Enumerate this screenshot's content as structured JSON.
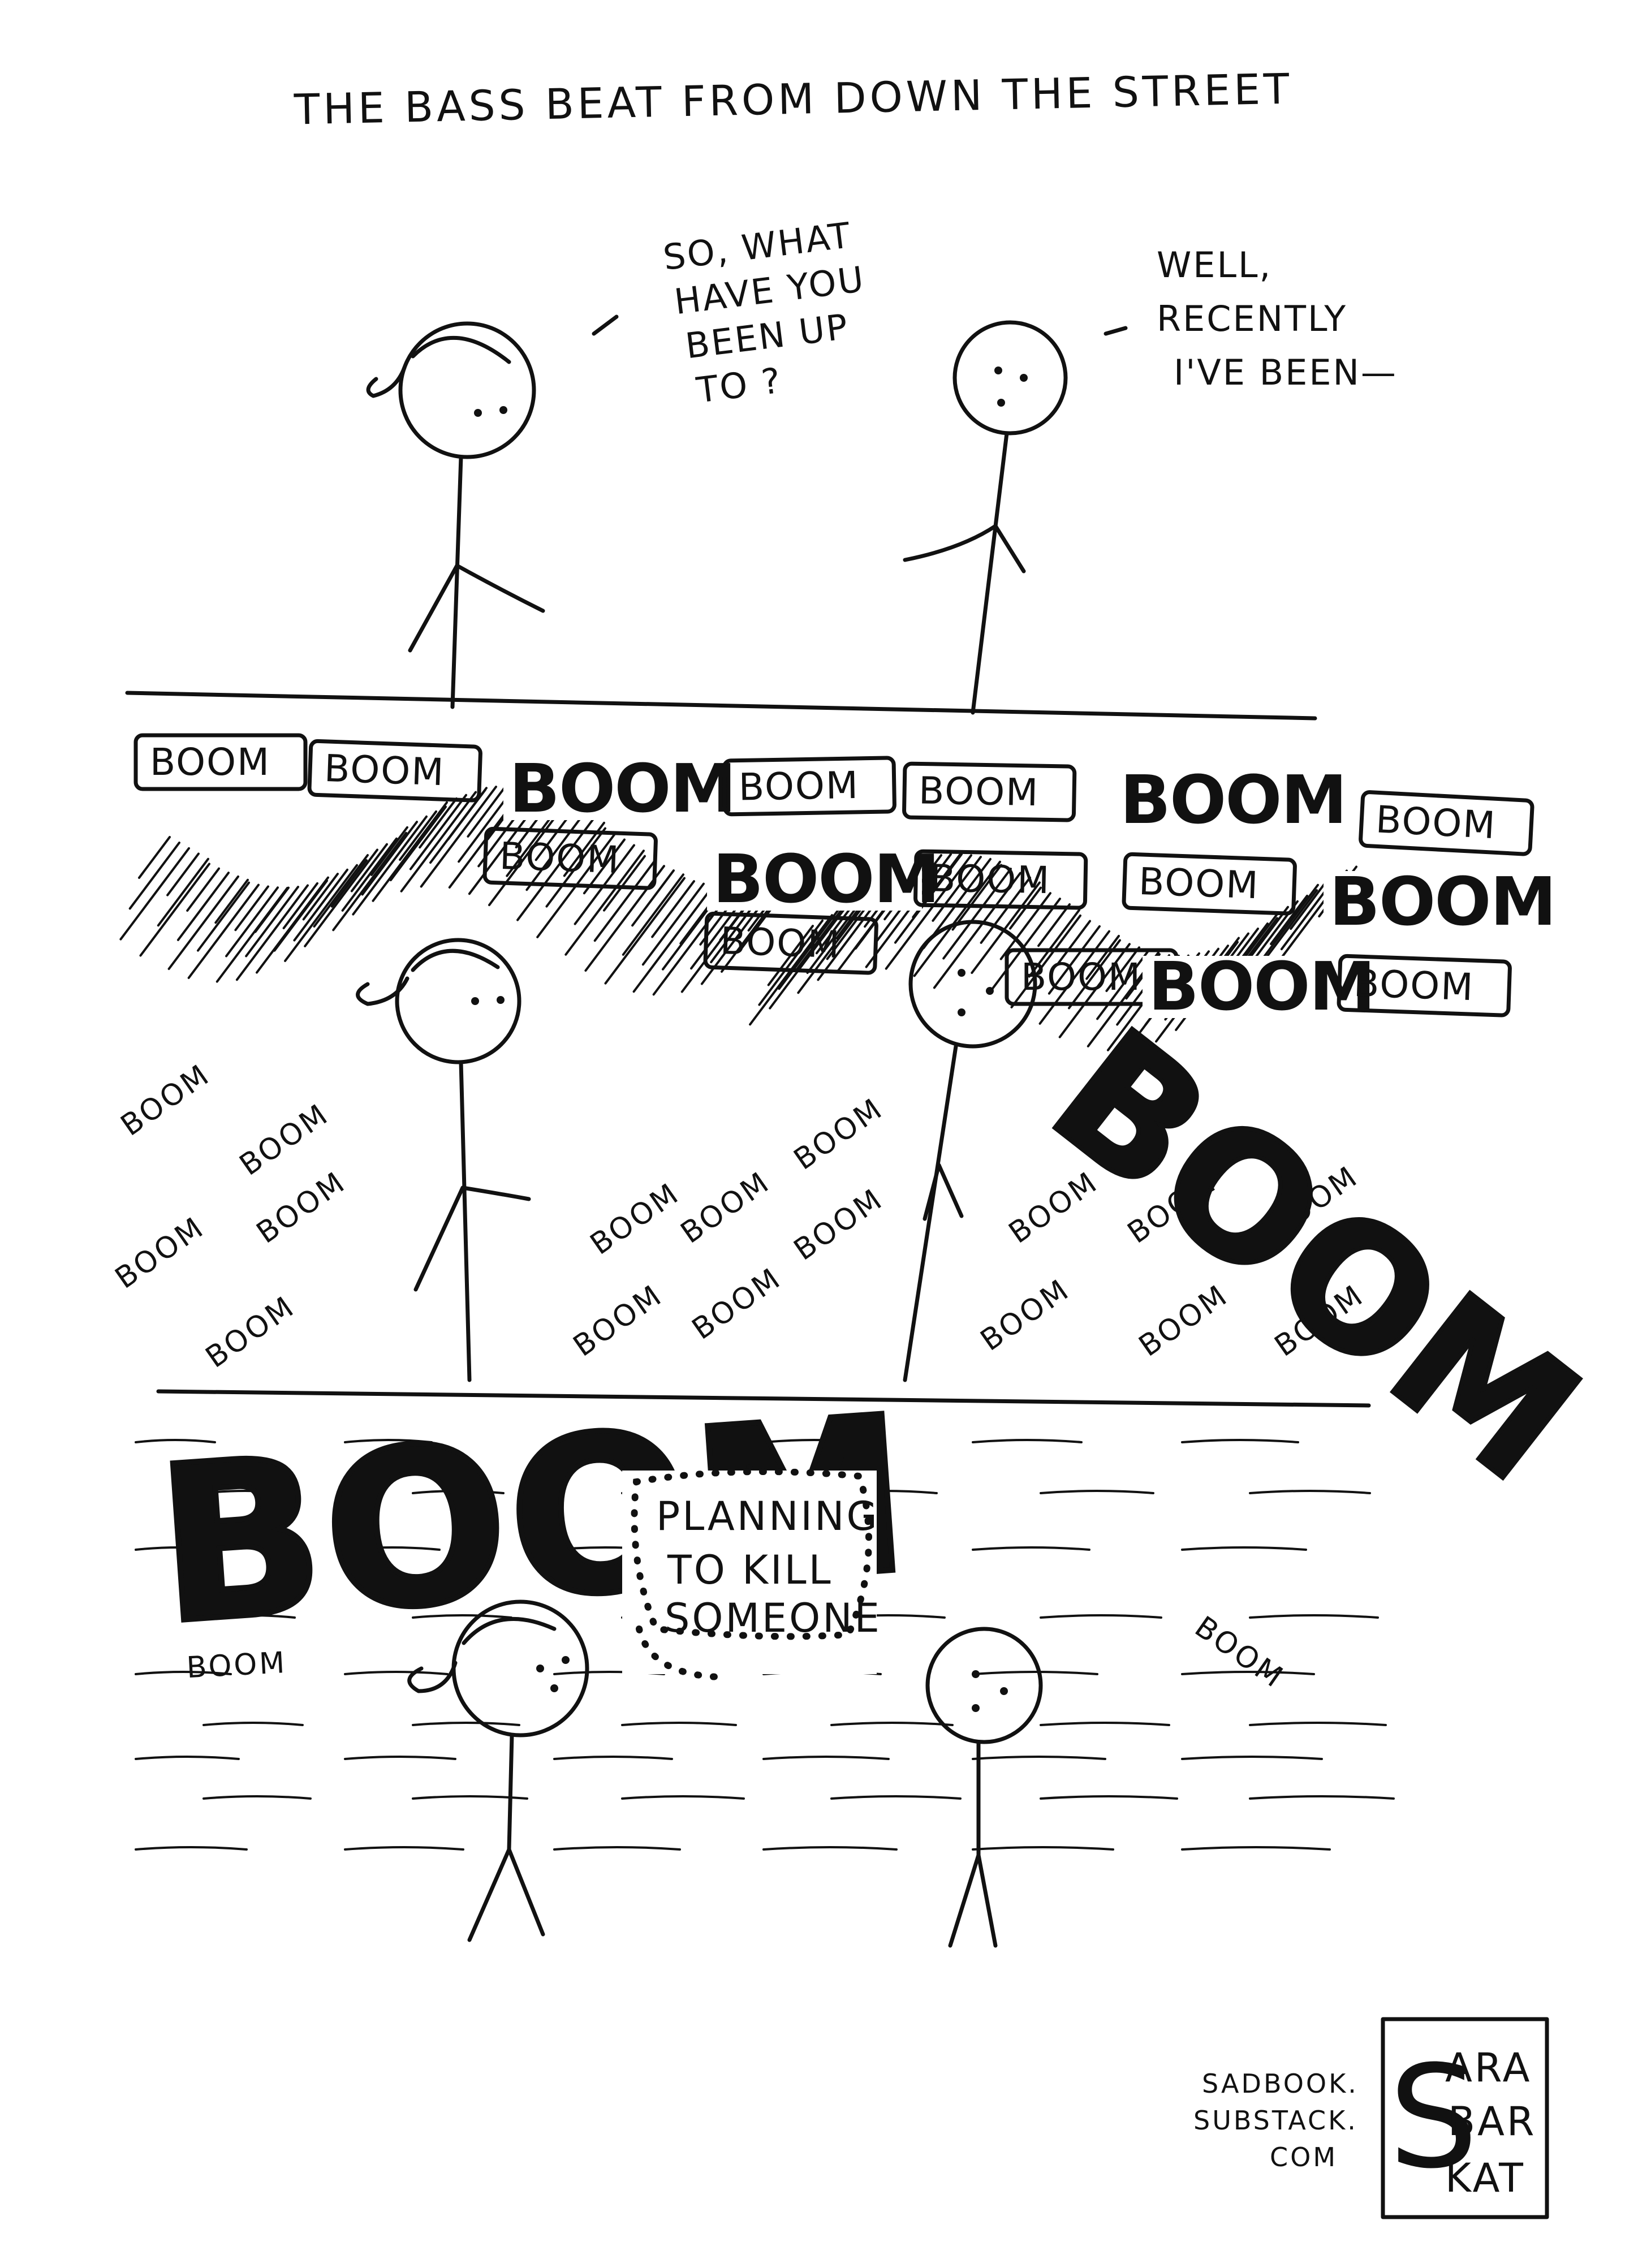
{
  "comic": {
    "title": "THE BASS BEAT FROM DOWN THE STREET",
    "panel1": {
      "speech_left": [
        "SO, WHAT",
        "HAVE YOU",
        "BEEN UP",
        "TO ?"
      ],
      "speech_right": [
        "WELL,",
        "RECENTLY",
        "I'VE BEEN—"
      ]
    },
    "panel2": {
      "boom_word": "BOOM"
    },
    "panel3": {
      "thought": [
        "PLANNING",
        "TO KILL",
        "SOMEONE"
      ],
      "huge_left": "BOOM",
      "huge_right": "BOOM",
      "small_boom": "BOOM"
    },
    "credit": [
      "SADBOOK.",
      "SUBSTACK.",
      "COM"
    ],
    "signature": {
      "initial": "S",
      "lines": [
        "ARA",
        "BAR",
        "KAT"
      ]
    }
  }
}
